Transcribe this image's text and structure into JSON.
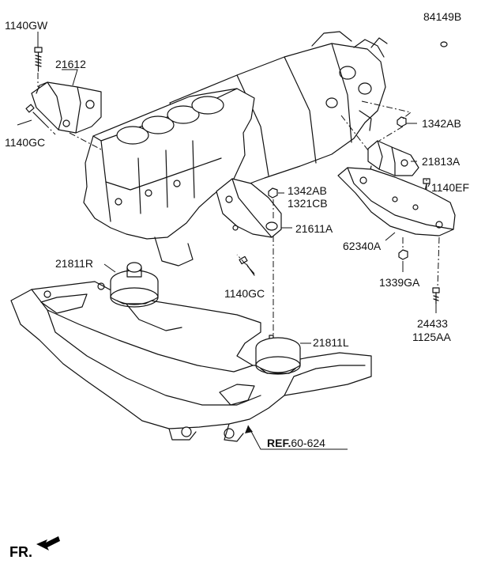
{
  "diagram": {
    "part_labels": {
      "p_1140GW": "1140GW",
      "p_21612": "21612",
      "p_1140GC_top": "1140GC",
      "p_84149B": "84149B",
      "p_1342AB_top": "1342AB",
      "p_21813A": "21813A",
      "p_1140EF": "1140EF",
      "p_1342AB_mid": "1342AB",
      "p_1321CB": "1321CB",
      "p_21611A": "21611A",
      "p_62340A": "62340A",
      "p_21811R": "21811R",
      "p_1140GC_mid": "1140GC",
      "p_1339GA": "1339GA",
      "p_24433": "24433",
      "p_1125AA": "1125AA",
      "p_21811L": "21811L"
    },
    "reference": {
      "prefix": "REF.",
      "code": "60-624"
    },
    "direction_label": "FR."
  },
  "colors": {
    "line": "#111111",
    "fill": "#ffffff",
    "shade": "#d9d9d9"
  }
}
